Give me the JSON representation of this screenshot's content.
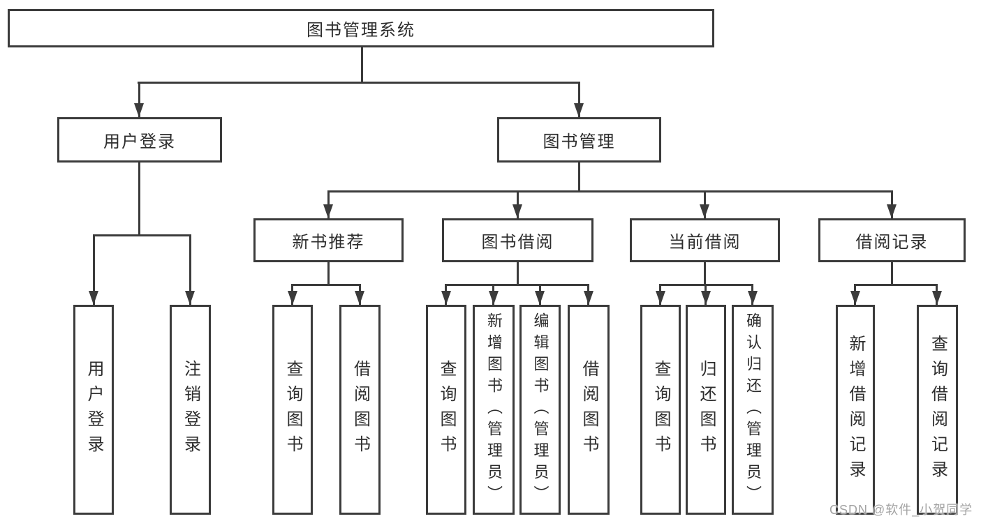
{
  "diagram": {
    "root": {
      "label": "图书管理系统"
    },
    "branches": [
      {
        "label": "用户登录",
        "children": [
          {
            "label": "用户登录"
          },
          {
            "label": "注销登录"
          }
        ]
      },
      {
        "label": "图书管理",
        "children": [
          {
            "label": "新书推荐",
            "children": [
              {
                "label": "查询图书"
              },
              {
                "label": "借阅图书"
              }
            ]
          },
          {
            "label": "图书借阅",
            "children": [
              {
                "label": "查询图书"
              },
              {
                "label": "新增图书（管理员）"
              },
              {
                "label": "编辑图书（管理员）"
              },
              {
                "label": "借阅图书"
              }
            ]
          },
          {
            "label": "当前借阅",
            "children": [
              {
                "label": "查询图书"
              },
              {
                "label": "归还图书"
              },
              {
                "label": "确认归还（管理员）"
              }
            ]
          },
          {
            "label": "借阅记录",
            "children": [
              {
                "label": "新增借阅记录"
              },
              {
                "label": "查询借阅记录"
              }
            ]
          }
        ]
      }
    ]
  },
  "watermark": {
    "text": "CSDN @软件_小贺同学"
  },
  "colors": {
    "line": "#3b3b3b",
    "text": "#2d2d2d",
    "watermark": "#a3a3a3",
    "background": "#ffffff"
  }
}
